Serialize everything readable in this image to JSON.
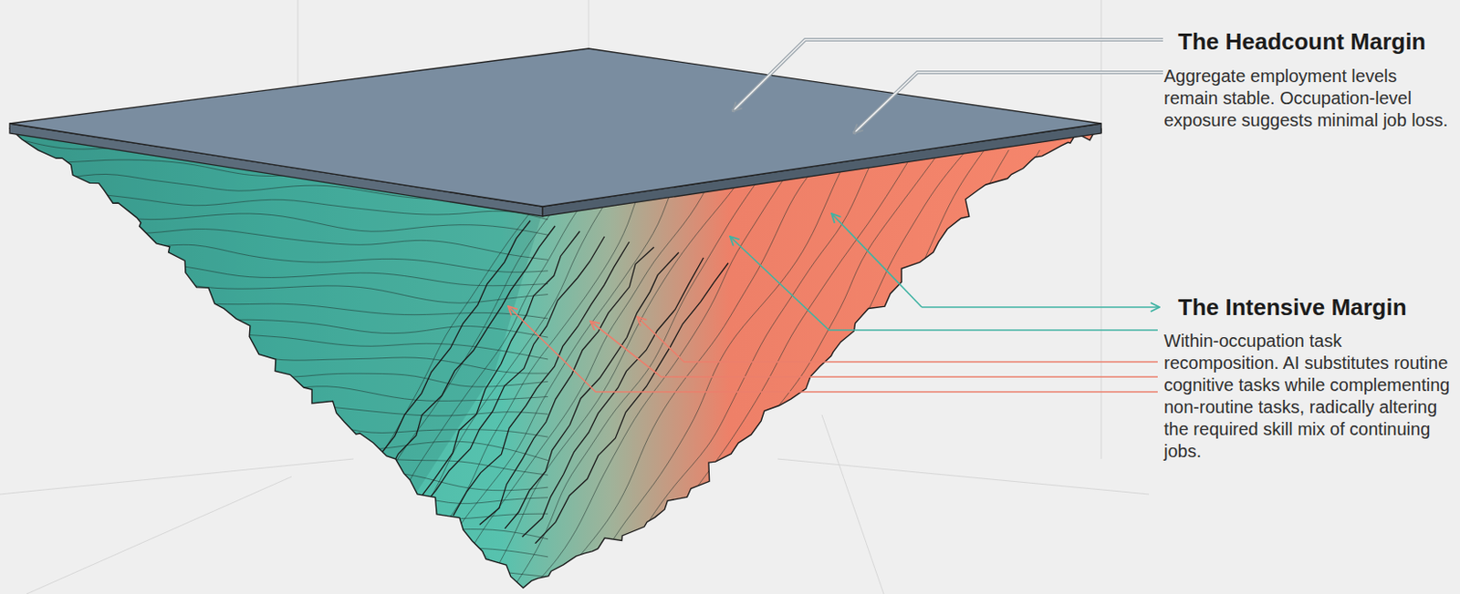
{
  "diagram": {
    "labels": [
      "The Headcount Margin",
      "Aggregate employment levels remain stable. Occupation-level exposure suggests minimal job loss.",
      "The Intensive Margin",
      "Within-occupation task recomposition. AI substitutes routine cognitive tasks while complementing non-routine tasks, radically altering the required skill mix of continuing jobs."
    ]
  }
}
